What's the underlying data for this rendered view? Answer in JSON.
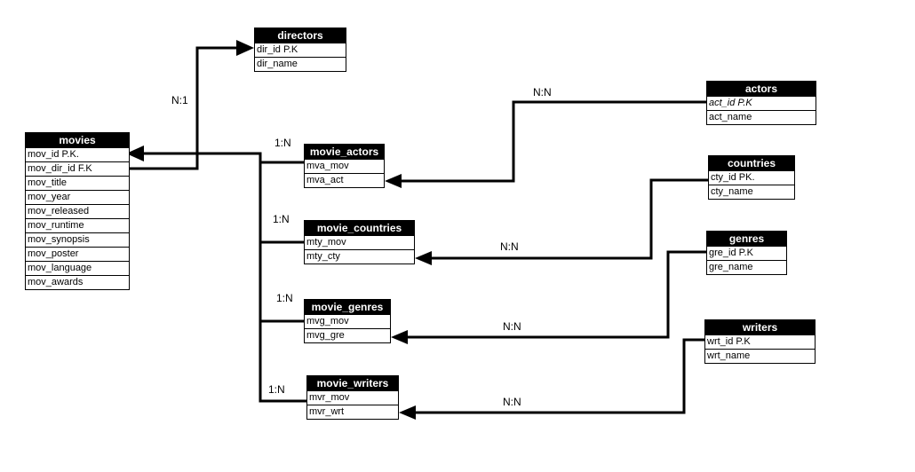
{
  "tables": {
    "directors": {
      "title": "directors",
      "fields": [
        "dir_id P.K",
        "dir_name"
      ]
    },
    "actors": {
      "title": "actors",
      "fields": [
        "act_id P.K",
        "act_name"
      ]
    },
    "movies": {
      "title": "movies",
      "fields": [
        "mov_id  P.K.",
        "mov_dir_id F.K",
        "mov_title",
        "mov_year",
        "mov_released",
        "mov_runtime",
        "mov_synopsis",
        "mov_poster",
        "mov_language",
        "mov_awards"
      ]
    },
    "movie_actors": {
      "title": "movie_actors",
      "fields": [
        "mva_mov",
        "mva_act"
      ]
    },
    "countries": {
      "title": "countries",
      "fields": [
        "cty_id PK.",
        "cty_name"
      ]
    },
    "movie_countries": {
      "title": "movie_countries",
      "fields": [
        "mty_mov",
        "mty_cty"
      ]
    },
    "genres": {
      "title": "genres",
      "fields": [
        "gre_id P.K",
        "gre_name"
      ]
    },
    "movie_genres": {
      "title": "movie_genres",
      "fields": [
        "mvg_mov",
        "mvg_gre"
      ]
    },
    "writers": {
      "title": "writers",
      "fields": [
        "wrt_id P.K",
        "wrt_name"
      ]
    },
    "movie_writers": {
      "title": "movie_writers",
      "fields": [
        "mvr_mov",
        "mvr_wrt"
      ]
    }
  },
  "relations": {
    "movies_directors": "N:1",
    "movies_movie_actors": "1:N",
    "movies_movie_countries": "1:N",
    "movies_movie_genres": "1:N",
    "movies_movie_writers": "1:N",
    "actors_movie_actors": "N:N",
    "countries_movie_countries": "N:N",
    "genres_movie_genres": "N:N",
    "writers_movie_writers": "N:N"
  },
  "colors": {
    "line": "#000000",
    "header_bg": "#000000",
    "header_text": "#ffffff"
  }
}
